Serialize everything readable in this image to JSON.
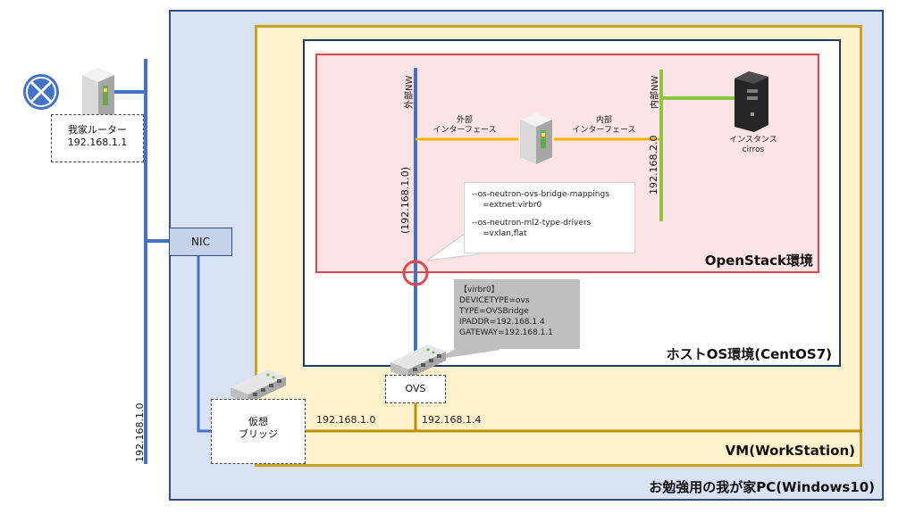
{
  "environments": {
    "pc": "お勉強用の我が家PC(Windows10)",
    "vm": "VM(WorkStation)",
    "host": "ホストOS環境(CentOS7)",
    "openstack": "OpenStack環境"
  },
  "router": {
    "label_line1": "我家ルーター",
    "label_line2": "192.168.1.1"
  },
  "nic": {
    "label": "NIC"
  },
  "bridge": {
    "label_line1": "仮想",
    "label_line2": "ブリッジ"
  },
  "ovs": {
    "label": "OVS"
  },
  "networks": {
    "physical_network": "192.168.1.0",
    "vm_network_left": "192.168.1.0",
    "vm_network_right": "192.168.1.4",
    "external_nw_name": "外部NW",
    "external_nw_cidr": "(192.168.1.0)",
    "internal_nw_name": "内部NW",
    "internal_nw_cidr": "192.168.2.0"
  },
  "router_interfaces": {
    "external_line1": "外部",
    "external_line2": "インターフェース",
    "internal_line1": "内部",
    "internal_line2": "インターフェース"
  },
  "instance": {
    "label_line1": "インスタンス",
    "label_line2": "cirros"
  },
  "packstack_options": {
    "line1": "--os-neutron-ovs-bridge-mappings",
    "line2": "=extnet:virbr0",
    "line3": "--os-neutron-ml2-type-drivers",
    "line4": "=vxlan,flat"
  },
  "virbr0_config": {
    "line1": "【virbr0】",
    "line2": "DEVICETYPE=ovs",
    "line3": "TYPE=OVSBridge",
    "line4": "IPADDR=192.168.1.4",
    "line5": "GATEWAY=192.168.1.1"
  },
  "colors": {
    "pc_fill": "#d9e2f3",
    "pc_border": "#2f4d7e",
    "vm_fill": "#fff2cc",
    "vm_border": "#c9a227",
    "host_border": "#1f3864",
    "openstack_fill": "#fce4e4",
    "openstack_border": "#e0474c",
    "blue_line": "#4472c4",
    "gold_line": "#bf9000",
    "yellow_line": "#f4b400",
    "green_line": "#8dc63f",
    "callout_gray": "#bfbfbf"
  }
}
